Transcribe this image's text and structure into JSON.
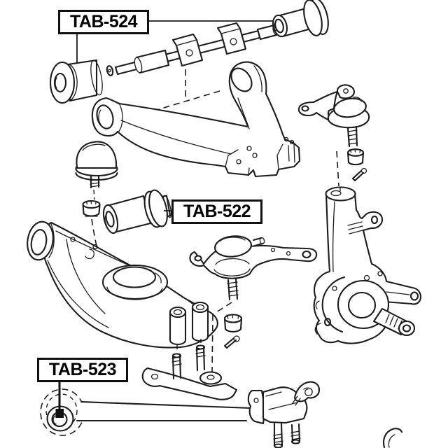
{
  "diagram": {
    "description": "Exploded suspension parts diagram",
    "background_color": "#ffffff",
    "line_color": "#1c1c1c",
    "labels": [
      {
        "code": "TAB-524"
      },
      {
        "code": "TAB-522"
      },
      {
        "code": "TAB-523"
      }
    ]
  }
}
